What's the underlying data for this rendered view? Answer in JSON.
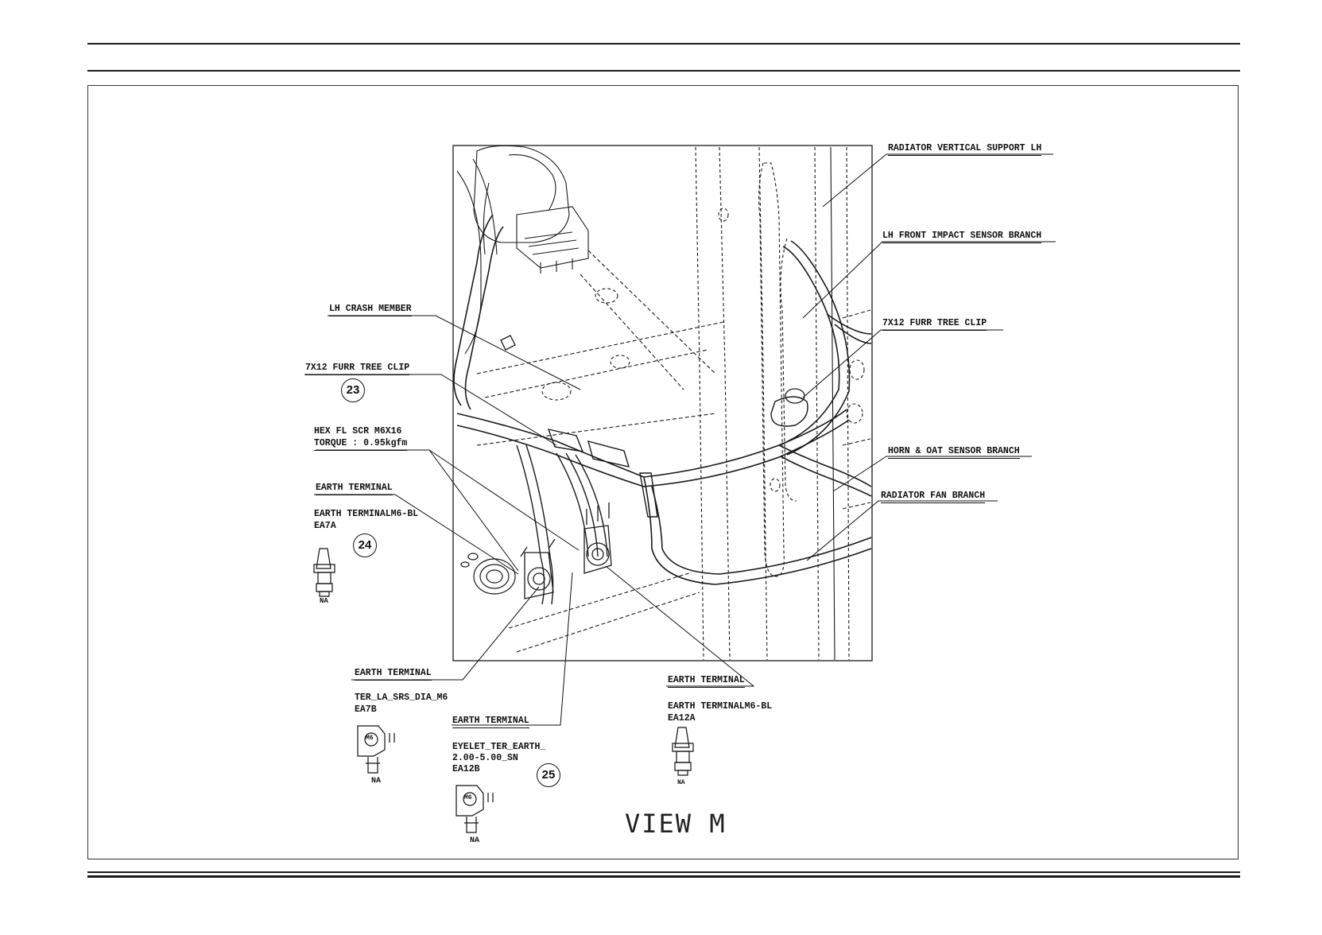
{
  "callouts": {
    "radiator_vertical_support": "RADIATOR VERTICAL SUPPORT LH",
    "lh_front_impact_sensor_branch": "LH FRONT IMPACT SENSOR BRANCH",
    "furr_tree_clip_right": "7X12 FURR TREE CLIP",
    "horn_oat_sensor_branch": "HORN & OAT SENSOR BRANCH",
    "radiator_fan_branch": "RADIATOR FAN BRANCH",
    "lh_crash_member": "LH CRASH MEMBER",
    "furr_tree_clip_left": "7X12  FURR TREE CLIP",
    "hex_screw_line1": "HEX FL SCR M6X16",
    "hex_screw_line2": "TORQUE : 0.95kgfm",
    "earth_terminal_a": "EARTH TERMINAL",
    "earth_terminal_a_part": "EARTH TERMINALM6-BL",
    "earth_terminal_a_code": "EA7A",
    "earth_terminal_b": "EARTH TERMINAL",
    "earth_terminal_b_part": "TER_LA_SRS_DIA_M6",
    "earth_terminal_b_code": "EA7B",
    "earth_terminal_c": "EARTH TERMINAL",
    "earth_terminal_c_part1": "EYELET_TER_EARTH_",
    "earth_terminal_c_part2": "2.00-5.00_SN",
    "earth_terminal_c_code": "EA12B",
    "earth_terminal_d": "EARTH TERMINAL",
    "earth_terminal_d_part": "EARTH TERMINALM6-BL",
    "earth_terminal_d_code": "EA12A"
  },
  "item_numbers": {
    "item_23": "23",
    "item_24": "24",
    "item_25": "25"
  },
  "na_labels": {
    "ea7a": "NA",
    "ea7b": "NA",
    "ea12b": "NA",
    "ea12a": "NA",
    "m6_tag": "M6"
  },
  "view_title": "VIEW M",
  "colors": {
    "ink": "#111111",
    "paper": "#ffffff"
  }
}
